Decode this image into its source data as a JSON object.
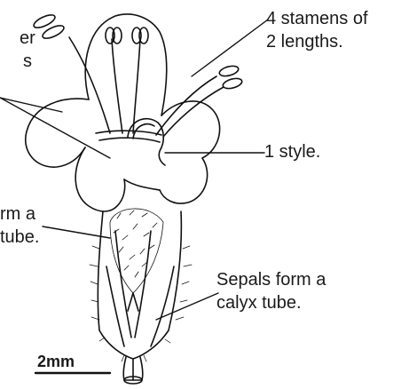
{
  "labels": {
    "stamens_line1": "4 stamens of",
    "stamens_line2": "2 lengths.",
    "petals_line1": "er",
    "petals_line2": "s",
    "style": "1 style.",
    "corolla_line1": "rm a",
    "corolla_line2": "tube.",
    "sepals_line1": "Sepals form a",
    "sepals_line2": "calyx tube.",
    "scale": "2mm"
  }
}
